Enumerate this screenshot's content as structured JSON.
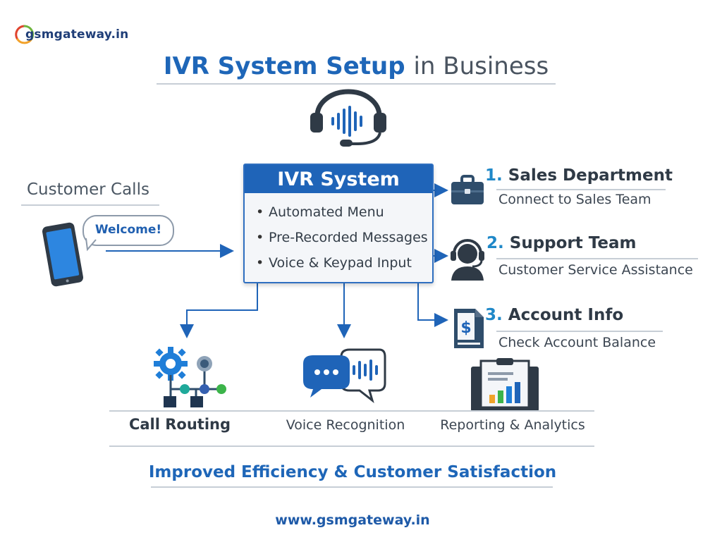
{
  "logo": {
    "text": "gsmgateway.in"
  },
  "title": {
    "part1": "IVR System Setup",
    "part2": "in Business"
  },
  "customer": {
    "label": "Customer Calls",
    "bubble": "Welcome!"
  },
  "ivr": {
    "heading": "IVR System",
    "items": [
      "Automated Menu",
      "Pre-Recorded Messages",
      "Voice & Keypad Input"
    ]
  },
  "departments": [
    {
      "num": "1.",
      "title": "Sales Department",
      "sub": "Connect to Sales Team",
      "icon": "briefcase-icon"
    },
    {
      "num": "2.",
      "title": "Support Team",
      "sub": "Customer Service Assistance",
      "icon": "support-agent-icon"
    },
    {
      "num": "3.",
      "title": "Account Info",
      "sub": "Check Account Balance",
      "icon": "dollar-document-icon"
    }
  ],
  "features": [
    {
      "label": "Call Routing",
      "icon": "gear-network-icon"
    },
    {
      "label": "Voice Recognition",
      "icon": "speech-wave-icon"
    },
    {
      "label": "Reporting & Analytics",
      "icon": "report-chart-icon"
    }
  ],
  "footer": {
    "tagline": "Improved Efficiency & Customer Satisfaction",
    "url": "www.gsmgateway.in"
  },
  "colors": {
    "primary": "#1f64b8",
    "accent": "#1f88c8",
    "text": "#2f3a46",
    "rule": "#c7ced6"
  }
}
